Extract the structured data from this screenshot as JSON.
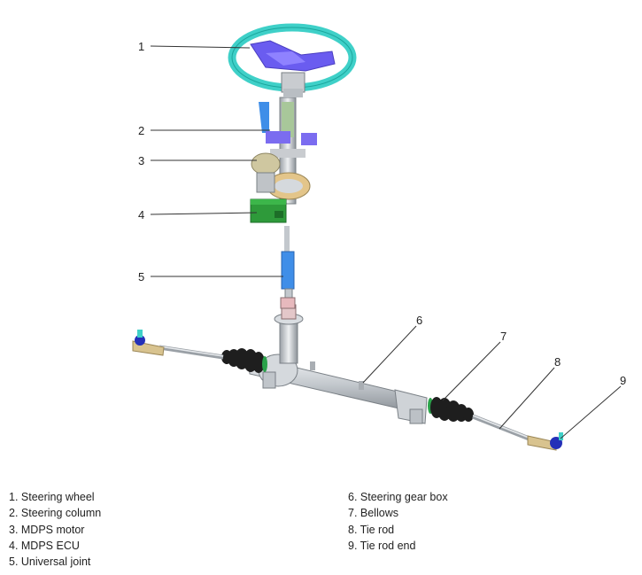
{
  "callouts": [
    "1",
    "2",
    "3",
    "4",
    "5",
    "6",
    "7",
    "8",
    "9"
  ],
  "legend": {
    "left": [
      "1. Steering wheel",
      "2. Steering column",
      "3. MDPS motor",
      "4. MDPS ECU",
      "5. Universal joint"
    ],
    "right": [
      "6. Steering gear box",
      "7. Bellows",
      "8. Tie rod",
      "9. Tie rod end"
    ]
  },
  "colors": {
    "wheel_rim": "#3fd0c8",
    "wheel_hub": "#6a5cf0",
    "ecu": "#2e9a3a",
    "motor": "#cfc7a0",
    "joint": "#3f8ee8",
    "bellows": "#1e1e1e",
    "rack": "#c7cbd0",
    "tie_rod_end": "#2430b8"
  }
}
